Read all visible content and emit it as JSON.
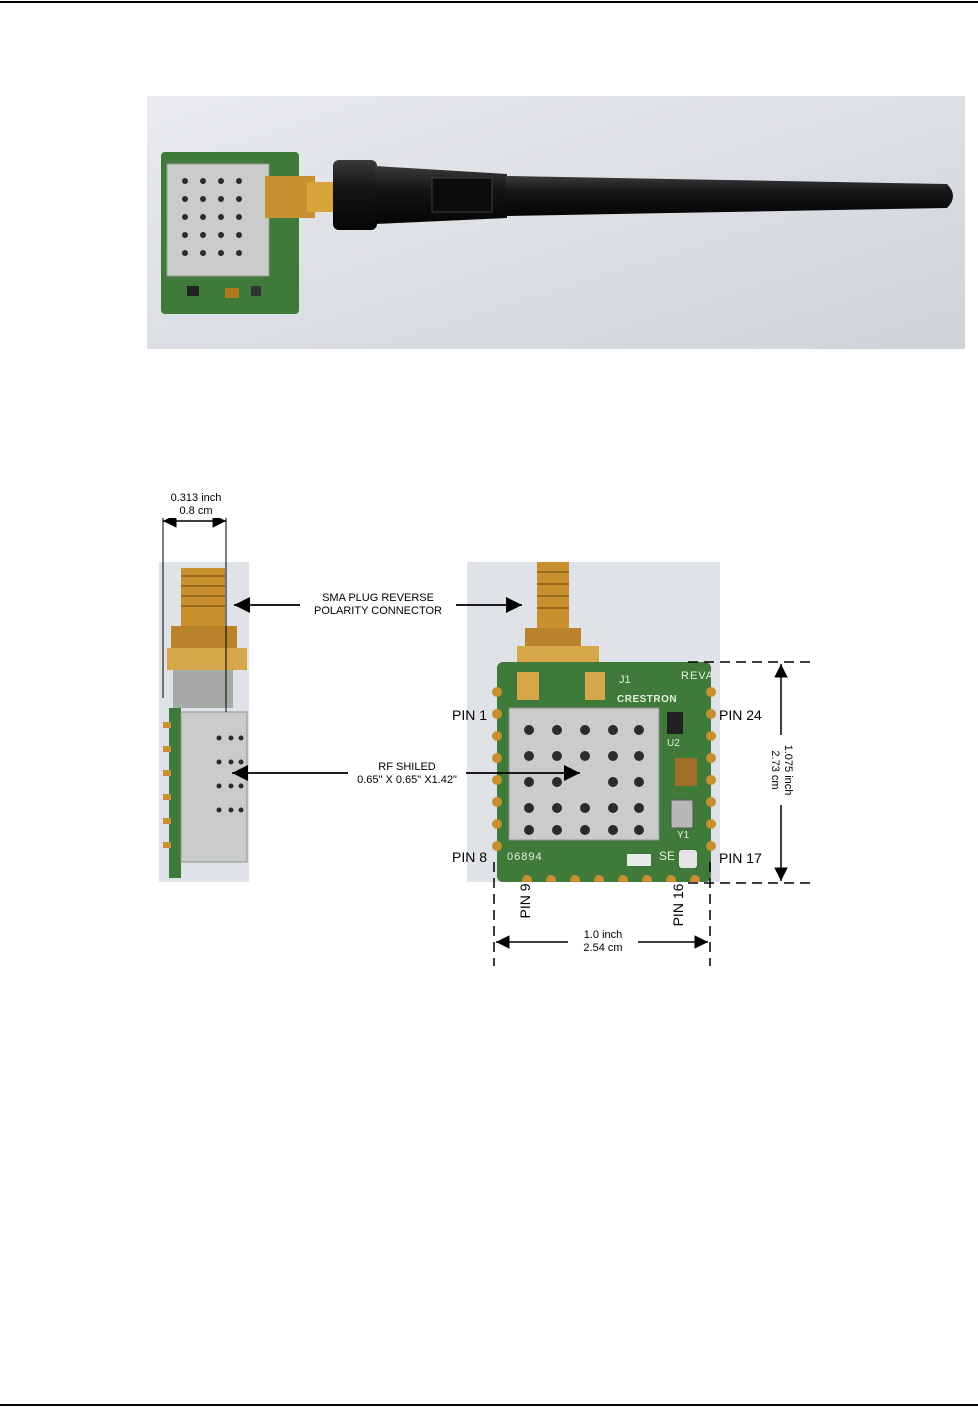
{
  "diagram": {
    "width_top_line": "0.313 inch",
    "width_bottom_line": "0.8 cm",
    "connector_line1": "SMA PLUG REVERSE",
    "connector_line2": "POLARITY CONNECTOR",
    "shield_line1": "RF SHILED",
    "shield_line2": "0.65\" X 0.65\" X1.42\"",
    "pins": {
      "pin1": "PIN 1",
      "pin24": "PIN 24",
      "pin8": "PIN 8",
      "pin17": "PIN 17",
      "pin9": "PIN 9",
      "pin16": "PIN 16"
    },
    "height_dim_line1": "1.075 inch",
    "height_dim_line2": "2.73 cm",
    "width_dim_line1": "1.0 inch",
    "width_dim_line2": "2.54 cm"
  },
  "board_marks": {
    "brand": "CRESTRON",
    "rev": "REVA",
    "j1": "J1",
    "u2": "U2",
    "y1": "Y1",
    "serial": "06894",
    "se": "SE"
  },
  "colors": {
    "pcb_green": "#3f7a3a",
    "shield_silver": "#c9ccc9",
    "gold": "#c8902e",
    "antenna_black": "#1b1b1b",
    "photo_background": "#dfe2e6"
  }
}
